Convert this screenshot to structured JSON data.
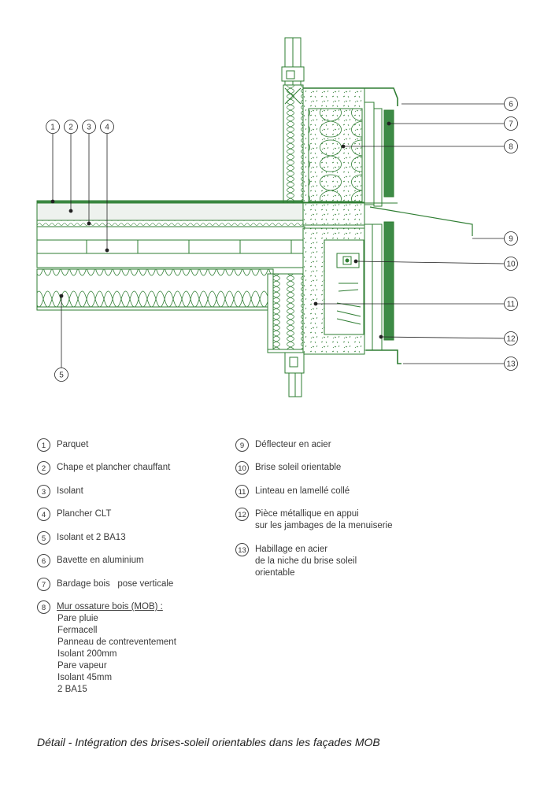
{
  "callouts": [
    "1",
    "2",
    "3",
    "4",
    "5",
    "6",
    "7",
    "8",
    "9",
    "10",
    "11",
    "12",
    "13"
  ],
  "legend_left": [
    {
      "num": "1",
      "text": "Parquet"
    },
    {
      "num": "2",
      "text": "Chape et plancher chauffant"
    },
    {
      "num": "3",
      "text": "Isolant"
    },
    {
      "num": "4",
      "text": "Plancher CLT"
    },
    {
      "num": "5",
      "text": "Isolant et 2 BA13"
    },
    {
      "num": "6",
      "text": "Bavette en aluminium"
    },
    {
      "num": "7",
      "text": "Bardage bois   pose verticale"
    },
    {
      "num": "8",
      "text": "Mur ossature bois (MOB) :"
    }
  ],
  "mob_layers": [
    "Pare pluie",
    "Fermacell",
    "Panneau de contreventement",
    "Isolant 200mm",
    "Pare vapeur",
    "Isolant 45mm",
    "2 BA15"
  ],
  "legend_right": [
    {
      "num": "9",
      "line1": "Déflecteur en acier",
      "line2": "",
      "line3": ""
    },
    {
      "num": "10",
      "line1": "Brise soleil orientable",
      "line2": "",
      "line3": ""
    },
    {
      "num": "11",
      "line1": "Linteau en lamellé collé",
      "line2": "",
      "line3": ""
    },
    {
      "num": "12",
      "line1": "Pièce métallique en appui",
      "line2": "sur les jambages de la menuiserie",
      "line3": ""
    },
    {
      "num": "13",
      "line1": "Habillage en acier",
      "line2": "de la niche du brise soleil",
      "line3": "orientable"
    }
  ],
  "caption": "Détail - Intégration des brises-soleil orientables dans les façades MOB",
  "colors": {
    "line": "#2e7d32",
    "dark_fill": "#3d8b46",
    "light_fill": "#eef6ee",
    "leader": "#222222"
  }
}
